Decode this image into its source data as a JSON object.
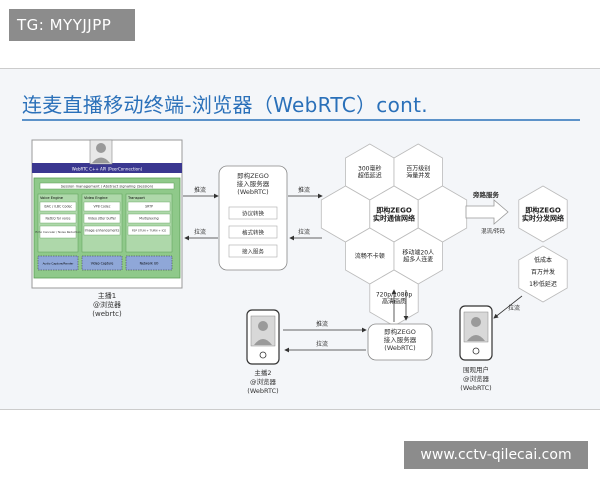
{
  "top_tag": "TG: MYYJJPP",
  "watermark": "www.cctv-qilecai.com",
  "slide_title": "连麦直播移动终端-浏览器（WebRTC）cont.",
  "browser": {
    "top_bar": "WebRTC C++ API (PeerConnection)",
    "section1": "Session management / Abstract signaling (Session)",
    "col1_title": "Voice Engine",
    "col1_items": [
      "iSAC / iLBC Codec",
      "NetEQ for voice",
      "Echo Canceler / Noise Reduction"
    ],
    "col2_title": "Video Engine",
    "col2_items": [
      "VP8 Codec",
      "Video jitter buffer",
      "Image enhancements"
    ],
    "col3_title": "Transport",
    "col3_items": [
      "SRTP",
      "Multiplexing",
      "P2P STUN + TURN + ICE"
    ],
    "bottom": [
      "Audio Capture/Render",
      "Video Capture",
      "Network I/O"
    ]
  },
  "host1": {
    "line1": "主播1",
    "line2": "@浏览器",
    "line3": "(webrtc)"
  },
  "host2": {
    "line1": "主播2",
    "line2": "@浏览器",
    "line3": "(WebRTC)"
  },
  "viewer": {
    "line1": "围观用户",
    "line2": "@浏览器",
    "line3": "(WebRTC)"
  },
  "server1": {
    "title": "即构ZEGO\n接入服务器\n(WebRTC)",
    "items": [
      "协议转换",
      "格式转换",
      "接入服务"
    ]
  },
  "server2": {
    "title": "即构ZEGO\n接入服务器\n(WebRTC)"
  },
  "hex_left": {
    "center": "即构ZEGO\n实时通信网络",
    "top_left": "300毫秒\n超低延迟",
    "top_right": "百万级别\n海量并发",
    "bottom_left": "流畅不卡顿",
    "bottom_right": "移动端20人\n超多人连麦",
    "bottom": "720p/1080p\n高清画质"
  },
  "hex_right": {
    "center": "即构ZEGO\n实时分发网络",
    "bottom": "低成本",
    "bottom2": "百万并发",
    "bottom3": "1秒低延迟"
  },
  "arrows": {
    "push1": "推流",
    "pull1": "拉流",
    "push2": "推流",
    "pull2": "拉流",
    "bypass": "旁路服务",
    "relay": "混流/转码",
    "push3": "推流",
    "pull3": "拉流",
    "pull4": "拉流"
  }
}
